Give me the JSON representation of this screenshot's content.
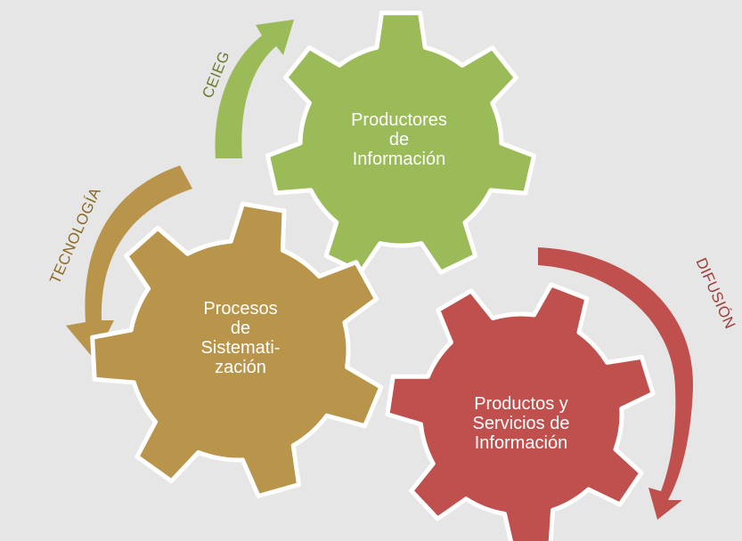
{
  "colors": {
    "background": "#e6e6e6",
    "green": "#9bbb59",
    "gold": "#b8954b",
    "red": "#c0504d",
    "gear_border": "#ffffff",
    "gear_text": "#ffffff",
    "ceieg_text": "#6a7a2d",
    "tecnologia_text": "#8a6a22",
    "difusion_text": "#a33c39"
  },
  "gears": {
    "productores": {
      "lines": [
        "Productores",
        "de",
        "Información"
      ]
    },
    "procesos": {
      "lines": [
        "Procesos",
        "de",
        "Sistemati-",
        "zación"
      ]
    },
    "productos": {
      "lines": [
        "Productos y",
        "Servicios de",
        "Información"
      ]
    }
  },
  "arrows": {
    "ceieg": {
      "label": "CEIEG",
      "icon": "curved-arrow-up-icon"
    },
    "tecnologia": {
      "label": "TECNOLOGÍA",
      "icon": "curved-arrow-down-icon"
    },
    "difusion": {
      "label": "DIFUSIÓN",
      "icon": "curved-arrow-down-icon"
    }
  }
}
